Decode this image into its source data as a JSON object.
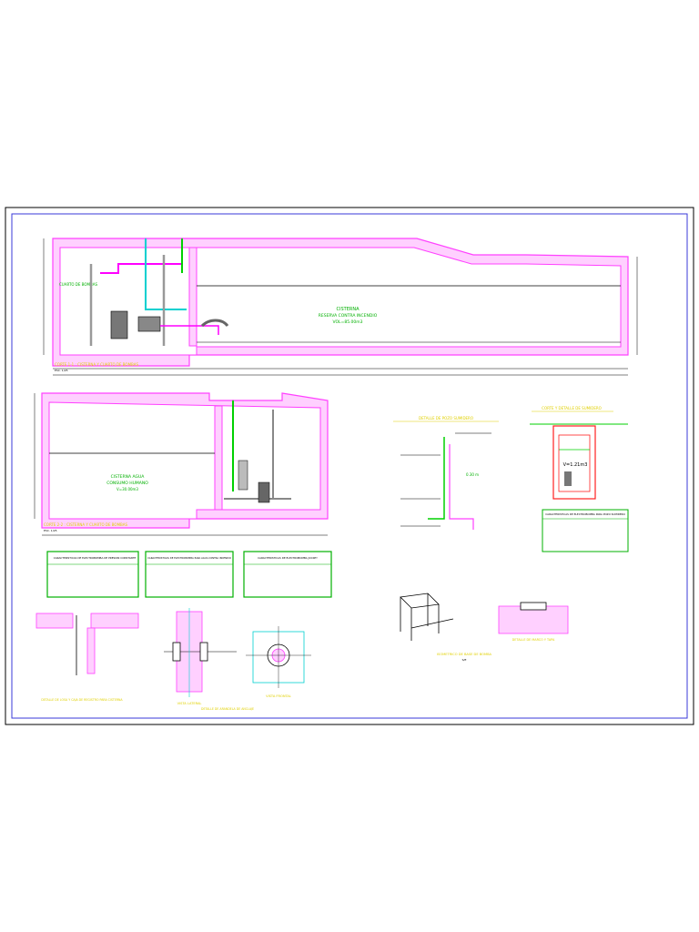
{
  "sheet": {
    "colors": {
      "frame": "#000000",
      "border": "#3a3ad8",
      "wall": "#ff40ff",
      "wall_fill": "#ffd0ff",
      "water": "#00d000",
      "pipe_cyan": "#00d0d0",
      "pipe_magenta": "#ff00ff",
      "text_yellow": "#e0d000",
      "table_border": "#00b000",
      "box_red": "#ff2020",
      "dim": "#000000"
    }
  },
  "plan_1": {
    "tank_title": "CISTERNA",
    "tank_subtitle": "RESERVA CONTRA INCENDIO",
    "tank_volume": "VOL=85.00m3",
    "room_label": "CUARTO DE BOMBAS",
    "caption": "CORTE 1-1 : CISTERNA Y CUARTO DE BOMBAS",
    "scale": "ESC. 1/25"
  },
  "plan_2": {
    "tank_title": "CISTERNA AGUA",
    "tank_subtitle": "CONSUMO HUMANO",
    "tank_volume": "V=30.00m3",
    "caption": "CORTE 2-2 : CISTERNA Y CUARTO DE BOMBAS",
    "scale": "ESC. 1/25"
  },
  "detail_center": {
    "caption": "DETALLE DE POZO SUMIDERO",
    "level_label": "0.30 m"
  },
  "detail_right": {
    "caption": "CORTE Y DETALLE DE SUMIDERO",
    "volume": "V=1.21m3",
    "table_title": "CARACTERISTICAS DE ELECTROBOMBA PARA POZO SUMIDERO"
  },
  "tables": [
    {
      "title": "CARACTERISTICAS DE ELECTROBOMBA DE PRESION CONSTANTE"
    },
    {
      "title": "CARACTERISTICAS DE ELECTROBOMBA PARA AGUA CONTRA INCENDIO"
    },
    {
      "title": "CARACTERISTICAS DE ELECTROBOMBA JOCKEY"
    }
  ],
  "bottom": {
    "detail_1_caption": "DETALLE DE LOSA Y CAJA DE REGISTRO PARA CISTERNA",
    "detail_2_caption": "VISTA LATERAL",
    "detail_2_subcaption": "DETALLE DE ARANDELA DE ANCLAJE",
    "detail_3_caption": "VISTA FRONTAL",
    "detail_4_caption": "ISOMETRICO DE BASE DE BOMBA",
    "detail_5_caption": "DETALLE DE MARCO Y TAPA",
    "detail_4_scale": "S/E"
  }
}
